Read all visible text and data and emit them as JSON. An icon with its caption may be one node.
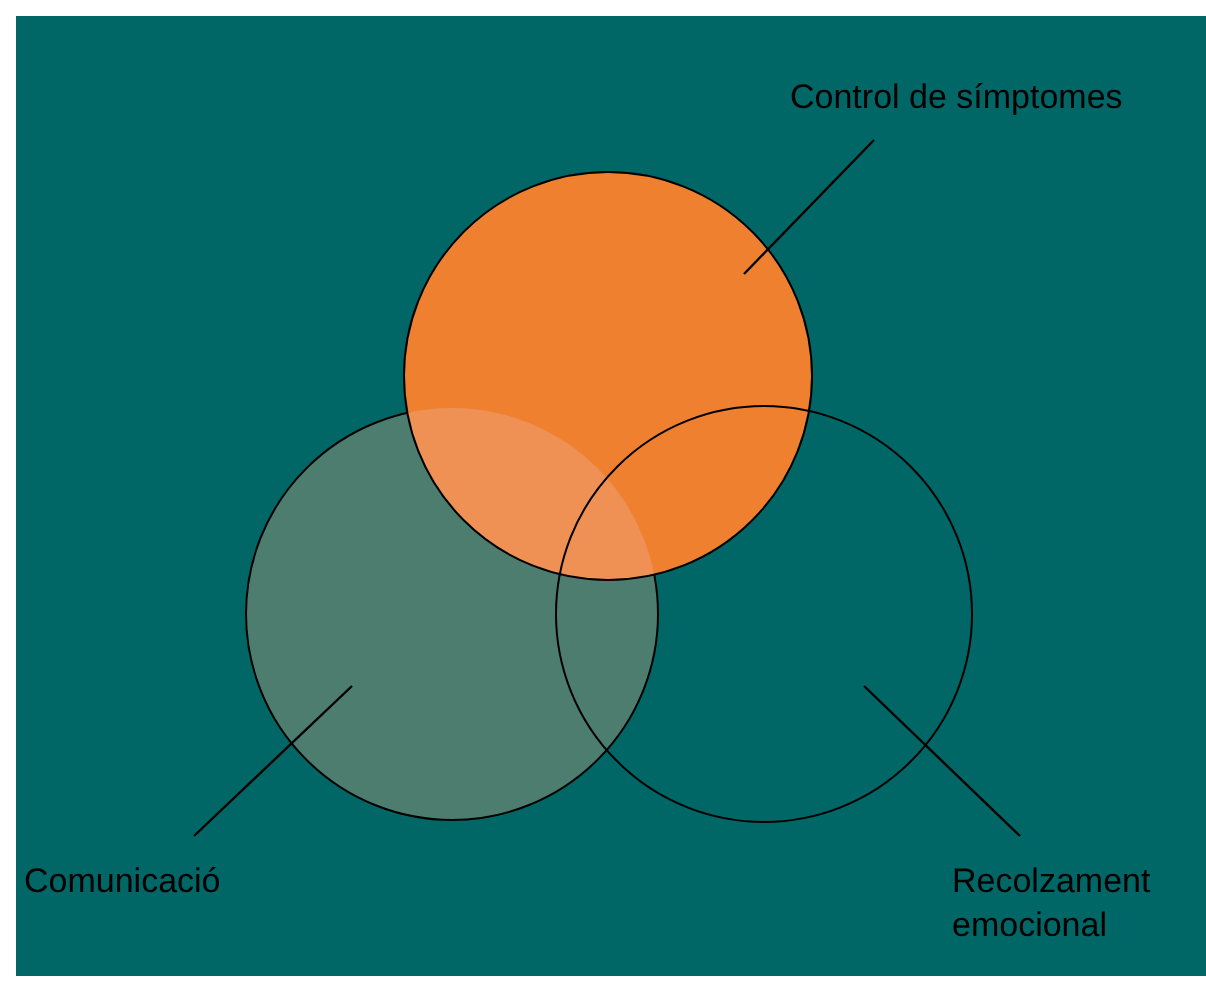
{
  "diagram": {
    "nodes": [
      {
        "text": [],
        "shape": "circle"
      },
      {
        "text": [],
        "shape": "circle"
      },
      {
        "text": [],
        "shape": "circle"
      },
      {
        "text": [
          "Control de símptomes"
        ]
      },
      {
        "text": [
          "Comunicació"
        ]
      },
      {
        "text": [
          "Recolzament emocional"
        ]
      }
    ],
    "edges": [
      {
        "from": 3,
        "to": 0,
        "arrow": "none"
      },
      {
        "from": 4,
        "to": 1,
        "arrow": "none"
      },
      {
        "from": 5,
        "to": 2,
        "arrow": "none"
      }
    ]
  }
}
